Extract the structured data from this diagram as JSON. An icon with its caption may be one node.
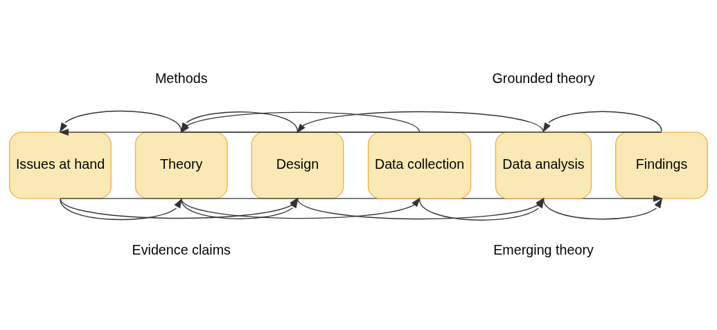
{
  "diagram": {
    "nodes": [
      {
        "text": [
          "Issues at hand"
        ]
      },
      {
        "text": [
          "Theory"
        ]
      },
      {
        "text": [
          "Design"
        ]
      },
      {
        "text": [
          "Data collection"
        ]
      },
      {
        "text": [
          "Data analysis"
        ]
      },
      {
        "text": [
          "Findings"
        ]
      }
    ],
    "edges": [
      {
        "from": 5,
        "to": 0,
        "arrow": "to"
      },
      {
        "from": 1,
        "to": 5,
        "arrow": "none"
      },
      {
        "from": 1,
        "to": 0,
        "arrow": "to"
      },
      {
        "from": 3,
        "to": 1,
        "arrow": "to"
      },
      {
        "from": 2,
        "to": 1,
        "arrow": "to"
      },
      {
        "from": 4,
        "to": 2,
        "arrow": "to"
      },
      {
        "from": 5,
        "to": 4,
        "arrow": "to"
      },
      {
        "from": 0,
        "to": 1,
        "arrow": "to"
      },
      {
        "from": 1,
        "to": 2,
        "arrow": "to"
      },
      {
        "from": 0,
        "to": 2,
        "arrow": "to"
      },
      {
        "from": 2,
        "to": 4,
        "arrow": "to"
      },
      {
        "from": 1,
        "to": 3,
        "arrow": "to"
      },
      {
        "from": 0,
        "to": 5,
        "arrow": "to"
      },
      {
        "from": 3,
        "to": 4,
        "arrow": "to"
      },
      {
        "from": 4,
        "to": 5,
        "arrow": "to"
      }
    ],
    "labels": [
      "Methods",
      "Grounded theory",
      "Evidence claims",
      "Emerging theory"
    ]
  }
}
